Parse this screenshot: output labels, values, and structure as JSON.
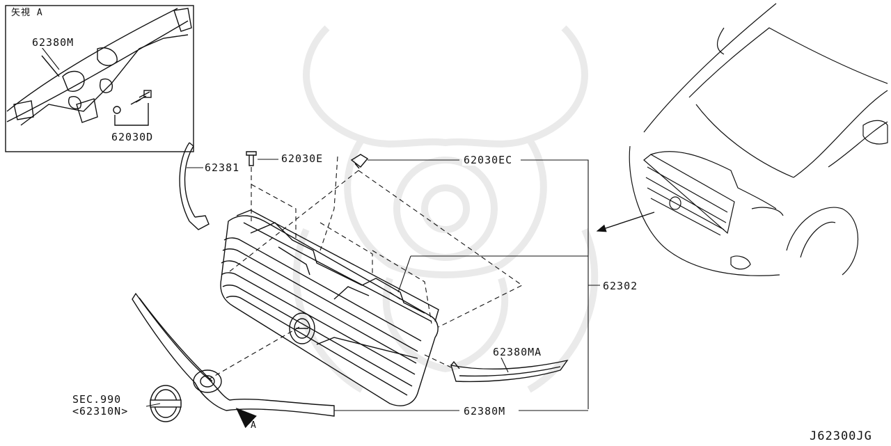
{
  "diagram": {
    "diagram_id": "J62300JG",
    "inset": {
      "title": "矢視 A",
      "labels": {
        "molding": "62380M",
        "clip_pair": "62030D"
      }
    },
    "parts": {
      "clip_e": "62030E",
      "clip_ec": "62030EC",
      "side_molding_left": "62381",
      "grille_assembly": "62302",
      "side_molding_right": "62380MA",
      "lower_molding": "62380M"
    },
    "reference": {
      "line1": "SEC.990",
      "line2": "<62310N>"
    },
    "view_arrow_label": "A"
  }
}
